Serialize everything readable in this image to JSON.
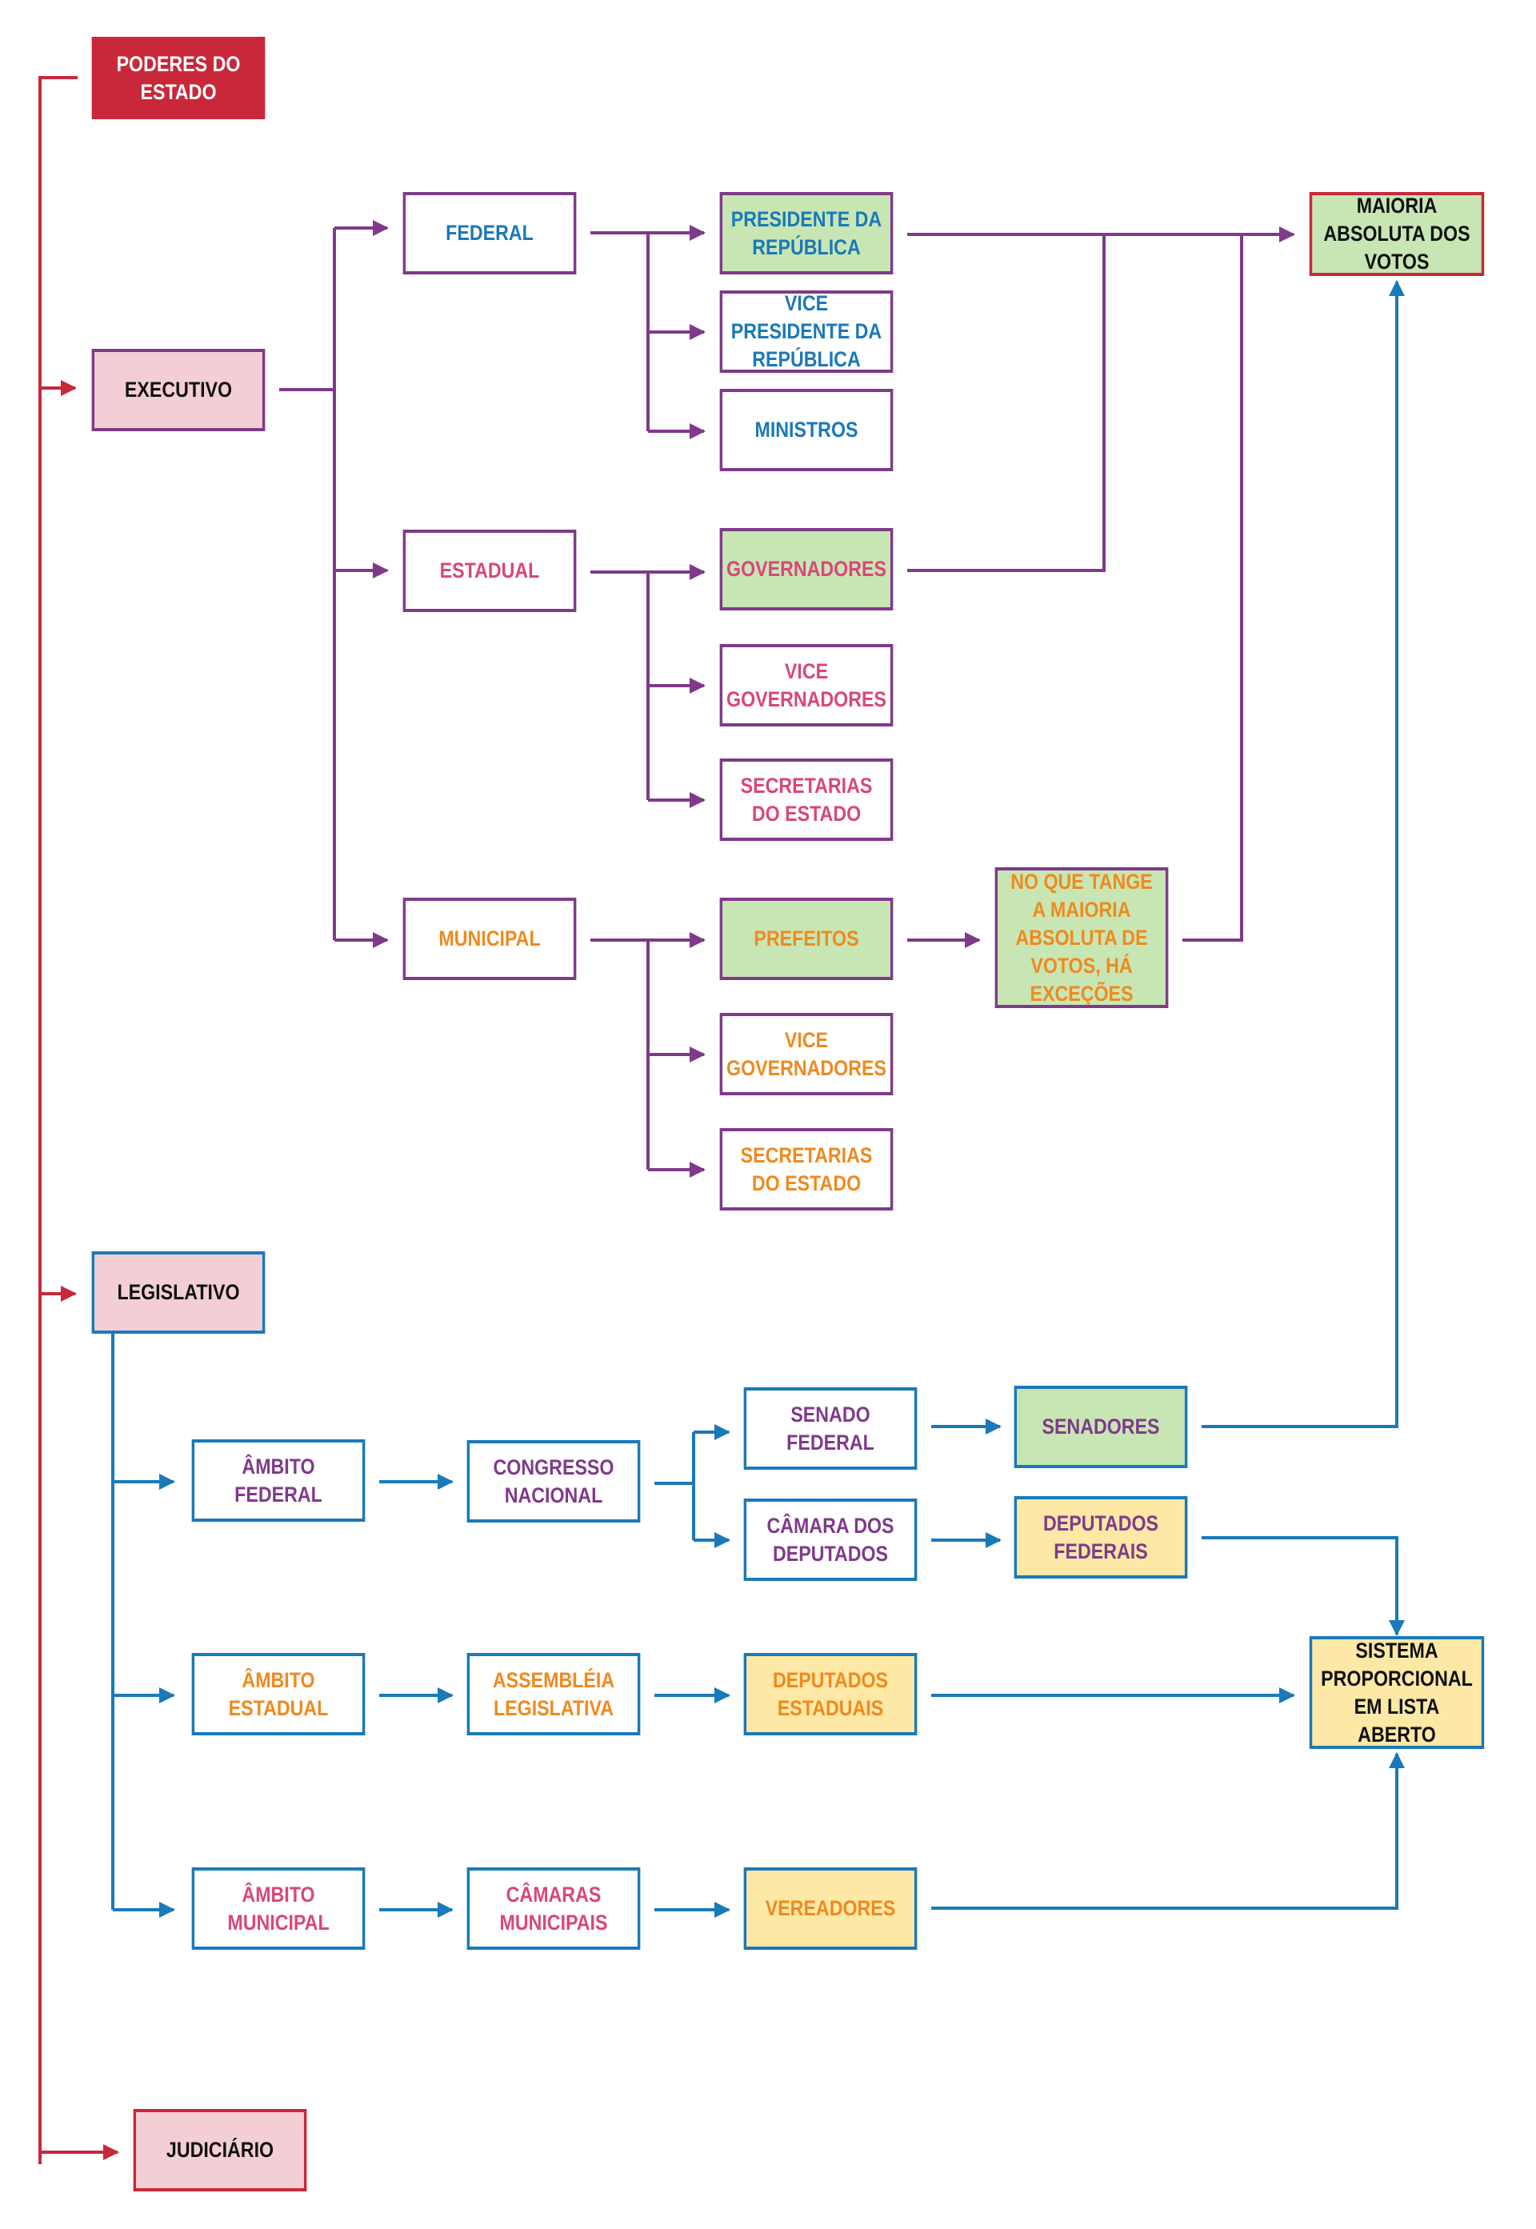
{
  "colors": {
    "red": "#c8283a",
    "purple": "#7f3a8a",
    "blue": "#1a79b9",
    "pink_fill": "#f3cfd5",
    "green_fill": "#c8e6b4",
    "yellow_fill": "#fde8a6",
    "pink_text": "#d9477a",
    "orange_text": "#ef8a1f"
  },
  "root": {
    "title": "PODERES DO ESTADO"
  },
  "executivo": {
    "title": "EXECUTIVO",
    "federal": {
      "title": "FEDERAL",
      "presidente": "PRESIDENTE DA REPÚBLICA",
      "vice_presidente": "VICE PRESIDENTE DA REPÚBLICA",
      "ministros": "MINISTROS"
    },
    "estadual": {
      "title": "ESTADUAL",
      "governadores": "GOVERNADORES",
      "vice_governadores": "VICE GOVERNADORES",
      "secretarias": "SECRETARIAS DO ESTADO"
    },
    "municipal": {
      "title": "MUNICIPAL",
      "prefeitos": "PREFEITOS",
      "excecoes": "NO QUE TANGE A MAIORIA ABSOLUTA DE VOTOS, HÁ EXCEÇÕES",
      "vice_governadores": "VICE GOVERNADORES",
      "secretarias": "SECRETARIAS DO ESTADO"
    },
    "maioria": "MAIORIA ABSOLUTA DOS VOTOS"
  },
  "legislativo": {
    "title": "LEGISLATIVO",
    "federal": {
      "title": "ÂMBITO FEDERAL",
      "congresso": "CONGRESSO NACIONAL",
      "senado": "SENADO FEDERAL",
      "camara": "CÂMARA DOS DEPUTADOS",
      "senadores": "SENADORES",
      "deputados": "DEPUTADOS FEDERAIS"
    },
    "estadual": {
      "title": "ÂMBITO ESTADUAL",
      "assembleia": "ASSEMBLÉIA LEGISLATIVA",
      "deputados": "DEPUTADOS ESTADUAIS"
    },
    "municipal": {
      "title": "ÂMBITO MUNICIPAL",
      "camaras": "CÂMARAS MUNICIPAIS",
      "vereadores": "VEREADORES"
    },
    "sistema": "SISTEMA PROPORCIONAL EM LISTA ABERTO"
  },
  "judiciario": {
    "title": "JUDICIÁRIO"
  }
}
